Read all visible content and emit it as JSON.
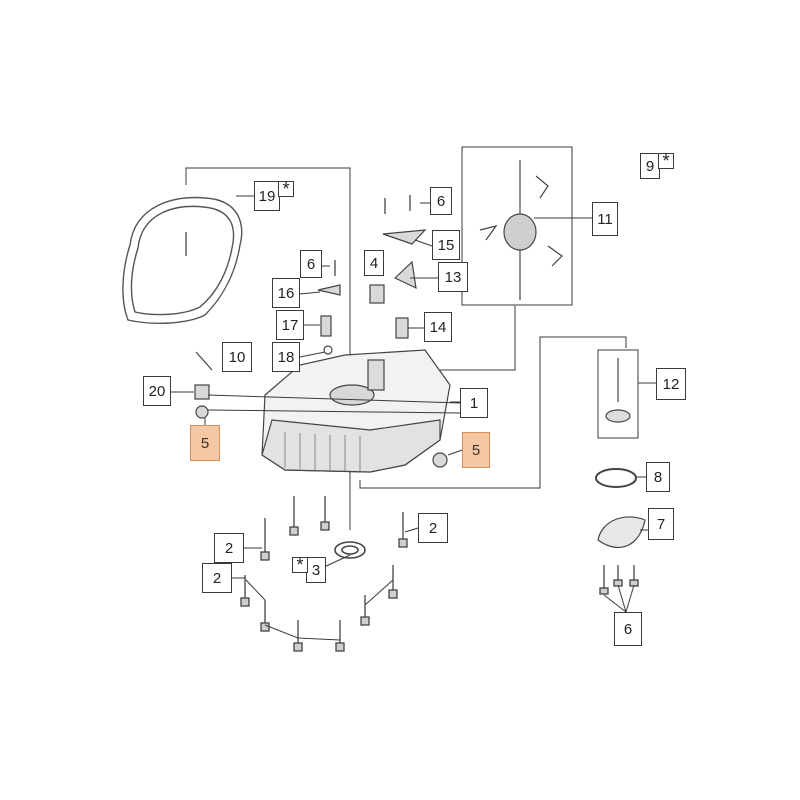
{
  "colors": {
    "highlight_fill": "#f6c7a3",
    "highlight_border": "#d9905a",
    "line": "#3a3a3a"
  },
  "callouts": {
    "c1": "1",
    "c2a": "2",
    "c2b": "2",
    "c2c": "2",
    "c3": "3",
    "c4": "4",
    "c5a": "5",
    "c5b": "5",
    "c6a": "6",
    "c6b": "6",
    "c6c": "6",
    "c7": "7",
    "c8": "8",
    "c9": "9",
    "c10": "10",
    "c11": "11",
    "c12": "12",
    "c13": "13",
    "c14": "14",
    "c15": "15",
    "c16": "16",
    "c17": "17",
    "c18": "18",
    "c19": "19",
    "c20": "20",
    "star": "*"
  }
}
